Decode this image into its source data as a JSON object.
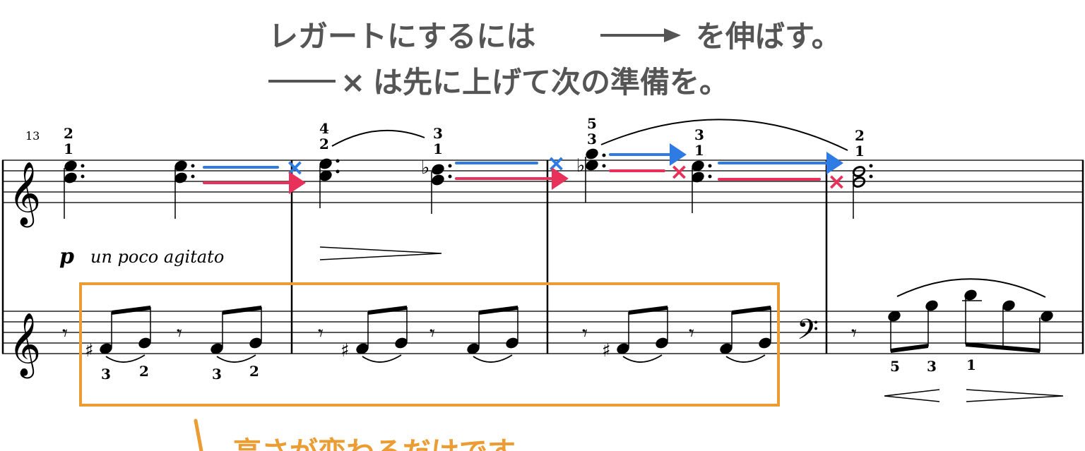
{
  "annotation": {
    "line1_before": "レガートにするには",
    "line1_after": "を伸ばす。",
    "line1_icon": "black-arrow-icon",
    "line2_symbol": "×",
    "line2_text": "は先に上げて次の準備を。",
    "line2_icon": "dash-line-icon",
    "bottom_note": "高さが変わるだけです"
  },
  "score": {
    "measure_number": "13",
    "dynamic": "p",
    "expression": "un poco agitato",
    "upper_fingerings": [
      [
        "2",
        "1"
      ],
      [
        "4",
        "2"
      ],
      [
        "3",
        "1"
      ],
      [
        "5",
        "3"
      ],
      [
        "3",
        "1"
      ],
      [
        "2",
        "1"
      ]
    ],
    "lower_fingerings": [
      "3",
      "2",
      "3",
      "2"
    ],
    "bass_fingerings": [
      "5",
      "3",
      "1"
    ]
  },
  "colors": {
    "blue": "#2f7be4",
    "red": "#e8315a",
    "orange": "#eb9c33",
    "text_gray": "#555555"
  }
}
